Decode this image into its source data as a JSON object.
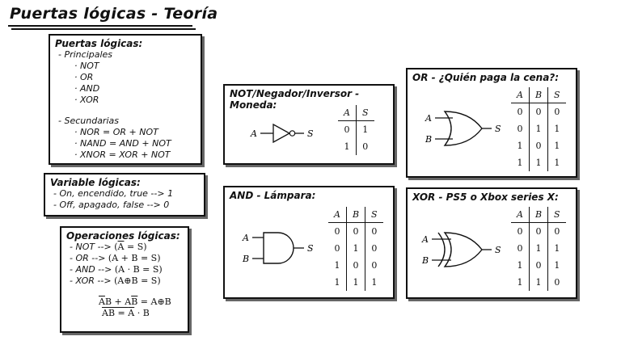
{
  "title": "Puertas lógicas - Teoría",
  "list_box": {
    "heading": "Puertas lógicas:",
    "principales_label": "- Principales",
    "principales": [
      "· NOT",
      "· OR",
      "· AND",
      "· XOR"
    ],
    "secundarias_label": "- Secundarias",
    "secundarias": [
      "· NOR = OR + NOT",
      "· NAND = AND + NOT",
      "· XNOR = XOR + NOT"
    ]
  },
  "variable_box": {
    "heading": "Variable lógicas:",
    "lines": [
      "- On, encendido, true --> 1",
      "- Off, apagado, false --> 0"
    ]
  },
  "ops_box": {
    "heading": "Operaciones lógicas:",
    "not_label": "- NOT --> ",
    "not_expr_a": "A",
    "not_expr_b": " = S",
    "or_label": "- OR --> ",
    "or_expr": "(A + B = S)",
    "and_label": "- AND --> ",
    "and_expr": "(A · B = S)",
    "xor_label": "- XOR --> ",
    "xor_expr": "(A⊕B = S)",
    "id1_p1": "A",
    "id1_p2": "B + A",
    "id1_p3": "B",
    "id1_p4": " = A⊕B",
    "id2_p1": "AB = ",
    "id2_p2": "A",
    "id2_p3": " · B"
  },
  "gates": {
    "not": {
      "heading": "NOT/Negador/Inversor - Moneda:",
      "in_a": "A",
      "out": "S",
      "headers": [
        "A",
        "S"
      ],
      "rows": [
        [
          "0",
          "1"
        ],
        [
          "1",
          "0"
        ]
      ]
    },
    "and": {
      "heading": "AND - Lámpara:",
      "in_a": "A",
      "in_b": "B",
      "out": "S",
      "headers": [
        "A",
        "B",
        "S"
      ],
      "rows": [
        [
          "0",
          "0",
          "0"
        ],
        [
          "0",
          "1",
          "0"
        ],
        [
          "1",
          "0",
          "0"
        ],
        [
          "1",
          "1",
          "1"
        ]
      ]
    },
    "or": {
      "heading": "OR - ¿Quién paga la cena?:",
      "in_a": "A",
      "in_b": "B",
      "out": "S",
      "headers": [
        "A",
        "B",
        "S"
      ],
      "rows": [
        [
          "0",
          "0",
          "0"
        ],
        [
          "0",
          "1",
          "1"
        ],
        [
          "1",
          "0",
          "1"
        ],
        [
          "1",
          "1",
          "1"
        ]
      ]
    },
    "xor": {
      "heading": "XOR - PS5 o Xbox series X:",
      "in_a": "A",
      "in_b": "B",
      "out": "S",
      "headers": [
        "A",
        "B",
        "S"
      ],
      "rows": [
        [
          "0",
          "0",
          "0"
        ],
        [
          "0",
          "1",
          "1"
        ],
        [
          "1",
          "0",
          "1"
        ],
        [
          "1",
          "1",
          "0"
        ]
      ]
    }
  }
}
